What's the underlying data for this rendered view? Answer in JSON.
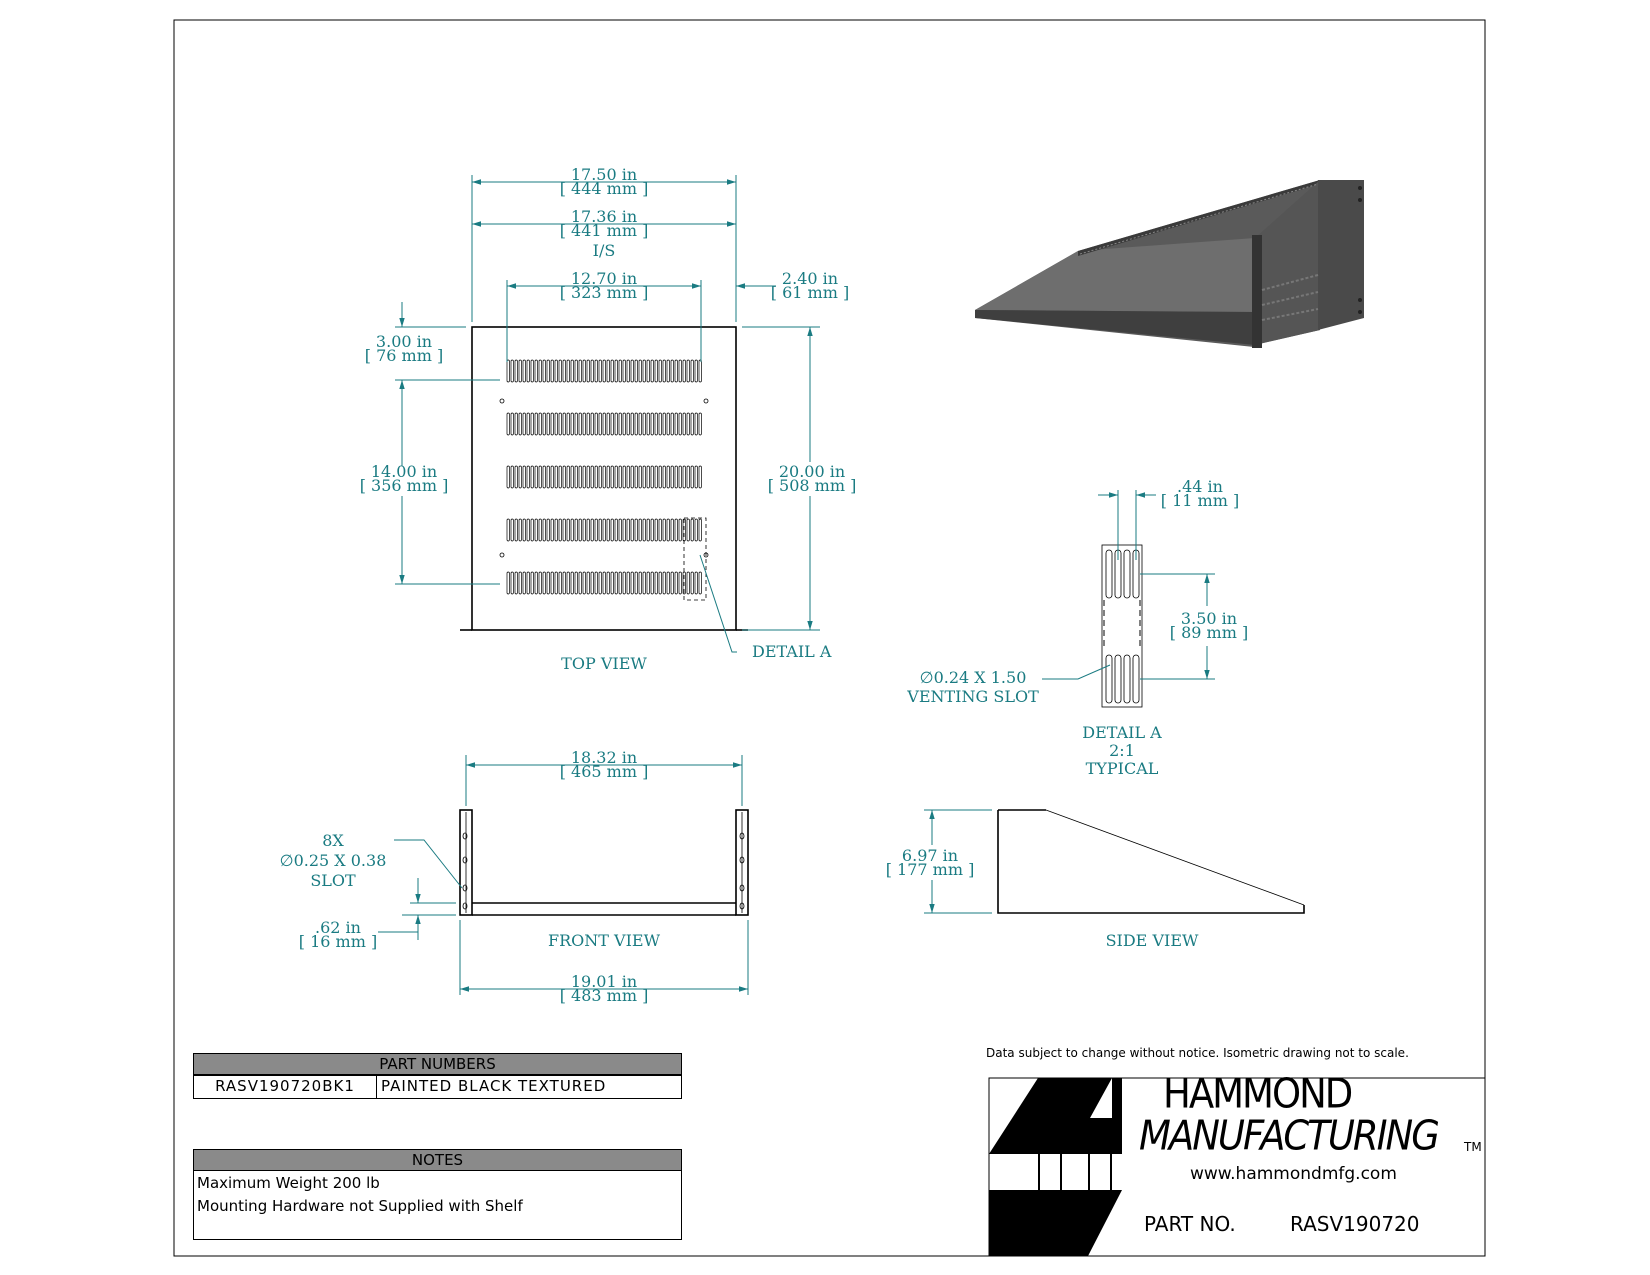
{
  "views": {
    "top": "TOP VIEW",
    "front": "FRONT VIEW",
    "side": "SIDE VIEW",
    "detail_callout": "DETAIL A",
    "detail_title": "DETAIL A",
    "detail_scale": "2:1",
    "detail_typical": "TYPICAL"
  },
  "dimensions": {
    "top_width": {
      "in": "17.50 in",
      "mm": "[ 444 mm ]"
    },
    "top_inside": {
      "in": "17.36 in",
      "mm": "[ 441 mm ]",
      "note": "I/S"
    },
    "vent_width": {
      "in": "12.70 in",
      "mm": "[ 323 mm ]"
    },
    "side_offset": {
      "in": "2.40 in",
      "mm": "[ 61 mm ]"
    },
    "front_offset": {
      "in": "3.00 in",
      "mm": "[ 76 mm ]"
    },
    "vent_span": {
      "in": "14.00 in",
      "mm": "[ 356 mm ]"
    },
    "depth": {
      "in": "20.00 in",
      "mm": "[ 508 mm ]"
    },
    "slot_pitch": {
      "in": ".44 in",
      "mm": "[ 11 mm ]"
    },
    "slot_row": {
      "in": "3.50 in",
      "mm": "[ 89 mm ]"
    },
    "venting_slot": {
      "line1": "∅0.24 X 1.50",
      "line2": "VENTING SLOT"
    },
    "front_inner": {
      "in": "18.32 in",
      "mm": "[ 465 mm ]"
    },
    "front_outer": {
      "in": "19.01 in",
      "mm": "[ 483 mm ]"
    },
    "mount_slot": {
      "line1": "8X",
      "line2": "∅0.25 X 0.38",
      "line3": "SLOT"
    },
    "shelf_drop": {
      "in": ".62 in",
      "mm": "[ 16 mm ]"
    },
    "height": {
      "in": "6.97 in",
      "mm": "[ 177 mm ]"
    }
  },
  "part_numbers": {
    "header": "PART NUMBERS",
    "rows": [
      {
        "part": "RASV190720BK1",
        "finish": "PAINTED BLACK TEXTURED"
      }
    ]
  },
  "notes": {
    "header": "NOTES",
    "lines": [
      "Maximum Weight 200 lb",
      "Mounting Hardware not Supplied with Shelf"
    ]
  },
  "disclaimer": "Data subject to change without notice. Isometric drawing not to scale.",
  "title_block": {
    "company_line1": "HAMMOND",
    "company_line2": "MANUFACTURING",
    "tm": "TM",
    "website": "www.hammondmfg.com",
    "part_label": "PART NO.",
    "part_number": "RASV190720"
  },
  "colors": {
    "dimension": "#1a7b82",
    "table_header": "#8a8a8a",
    "render": "#4a4a4a"
  }
}
